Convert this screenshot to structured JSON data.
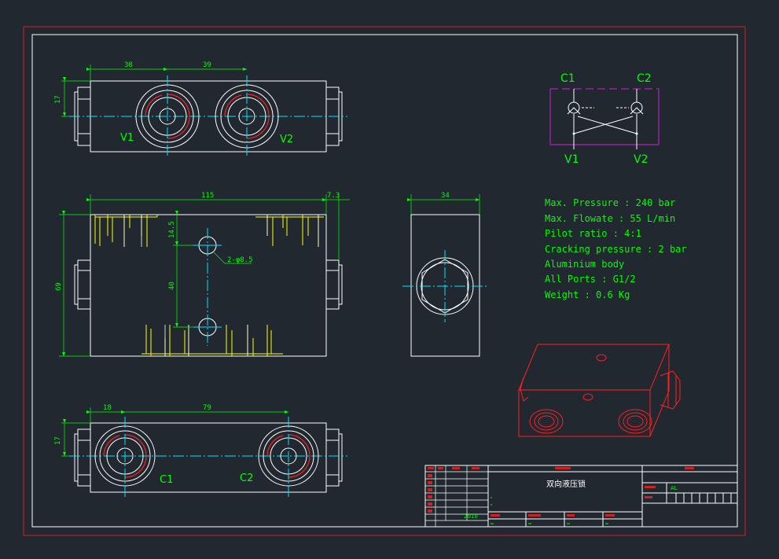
{
  "front_view": {
    "dim_a": "38",
    "dim_b": "39",
    "dim_h": "17",
    "port_left": "V1",
    "port_right": "V2"
  },
  "section_view": {
    "dim_len": "115",
    "dim_ext": "7.3",
    "dim_h": "69",
    "dim_top": "14.5",
    "dim_mid": "40",
    "hole_callout": "2-φ8.5"
  },
  "side_view": {
    "dim_w": "34"
  },
  "bottom_view": {
    "dim_a": "18",
    "dim_b": "79",
    "dim_h": "17",
    "port_left": "C1",
    "port_right": "C2"
  },
  "schematic": {
    "c1": "C1",
    "c2": "C2",
    "v1": "V1",
    "v2": "V2"
  },
  "specs": [
    "Max. Pressure : 240 bar",
    "Max. Flowate : 55 L/min",
    "Pilot ratio : 4:1",
    "Cracking pressure : 2 bar",
    "Aluminium body",
    "All Ports : G1/2",
    "Weight : 0.6 Kg"
  ],
  "title_block": {
    "drawing_title": "双向液压锁",
    "material": "AL",
    "year": "2010"
  },
  "colors": {
    "background": "#212830",
    "outline": "#ffffff",
    "center": "#00e5ff",
    "dimension": "#00ff00",
    "thread": "#ff2020",
    "hatch": "#ffff00",
    "border": "#d02020",
    "schematic": "#d020d0"
  }
}
